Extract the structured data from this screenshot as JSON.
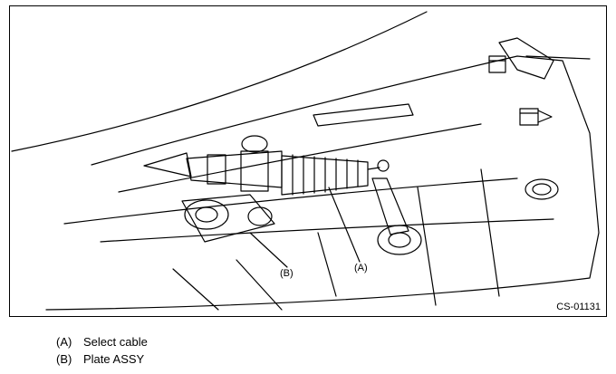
{
  "figure": {
    "code": "CS-01131",
    "callouts": {
      "a": "(A)",
      "b": "(B)"
    }
  },
  "legend": [
    {
      "key": "(A)",
      "label": "Select cable"
    },
    {
      "key": "(B)",
      "label": "Plate ASSY"
    }
  ]
}
